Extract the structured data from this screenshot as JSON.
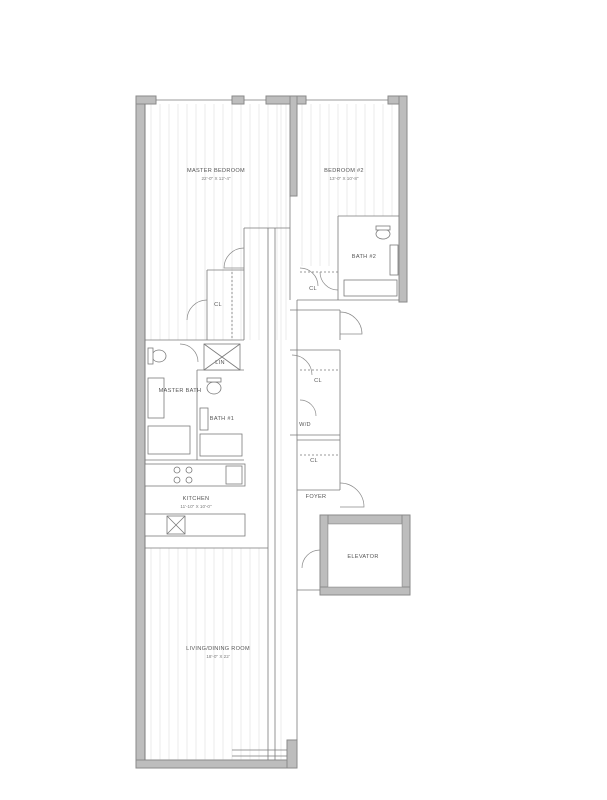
{
  "rooms": {
    "master_bedroom": {
      "name": "MASTER BEDROOM",
      "dims": "22'-0\" X 12'-4\""
    },
    "bedroom2": {
      "name": "BEDROOM #2",
      "dims": "13'-0\" X 10'-8\""
    },
    "bath2": {
      "name": "BATH #2"
    },
    "cl_bedroom2": {
      "name": "CL"
    },
    "cl_master": {
      "name": "CL"
    },
    "lin": {
      "name": "LIN"
    },
    "master_bath": {
      "name": "MASTER BATH"
    },
    "bath1": {
      "name": "BATH #1"
    },
    "cl_hall": {
      "name": "CL"
    },
    "wd": {
      "name": "W/D"
    },
    "cl_foyer": {
      "name": "CL"
    },
    "foyer": {
      "name": "FOYER"
    },
    "kitchen": {
      "name": "KITCHEN",
      "dims": "11'-10\" X 10'-0\""
    },
    "elevator": {
      "name": "ELEVATOR"
    },
    "living": {
      "name": "LIVING/DINING ROOM",
      "dims": "18'-0\" X 22'"
    }
  },
  "colors": {
    "wall": "#bdbdbd",
    "line": "#7a7a7a",
    "floor": "#dedede"
  }
}
